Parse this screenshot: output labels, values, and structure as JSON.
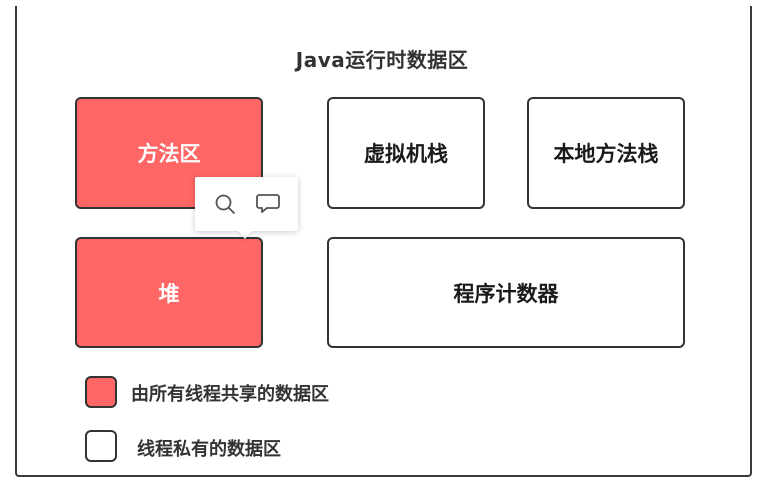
{
  "title": "Java运行时数据区",
  "boxes": {
    "method_area": "方法区",
    "vm_stack": "虚拟机栈",
    "native_method_stack": "本地方法栈",
    "heap": "堆",
    "program_counter": "程序计数器"
  },
  "legend": {
    "shared": "由所有线程共享的数据区",
    "private": "线程私有的数据区"
  },
  "colors": {
    "shared_fill": "#ff6666",
    "private_fill": "#ffffff",
    "border": "#333333"
  },
  "tooltip": {
    "icons": [
      "search-icon",
      "comment-icon"
    ]
  }
}
